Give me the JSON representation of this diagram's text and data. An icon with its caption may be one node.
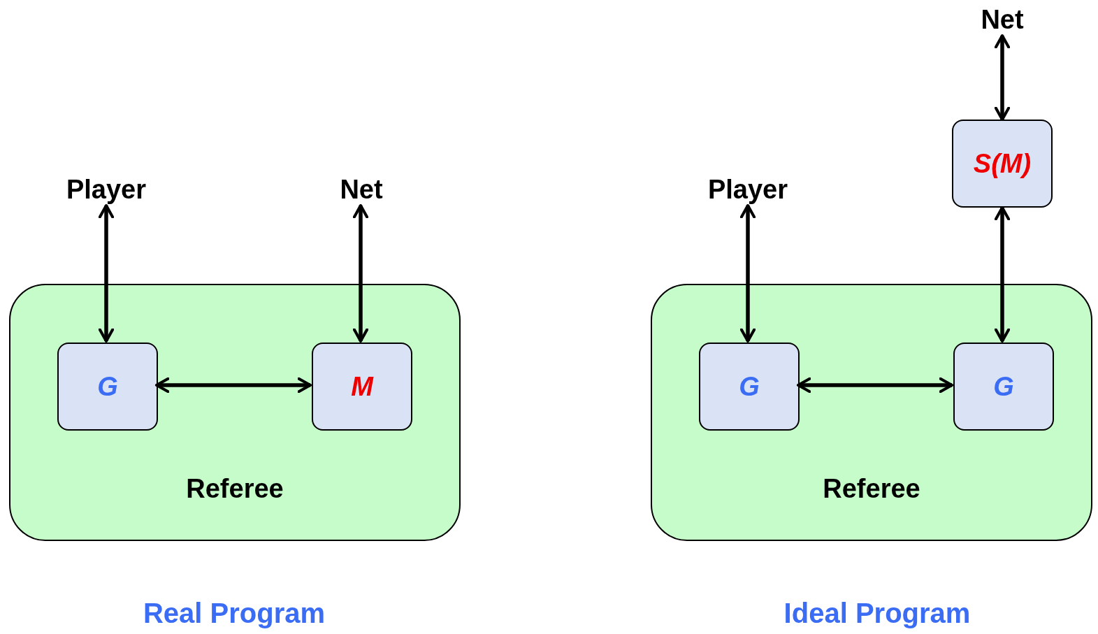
{
  "diagram": {
    "nodes": [
      {
        "text": [
          "Player"
        ]
      },
      {
        "text": [
          "Net"
        ]
      },
      {
        "text": [
          "Referee"
        ]
      },
      {
        "text": [
          "G"
        ],
        "in": 2
      },
      {
        "text": [
          "M"
        ],
        "in": 2
      },
      {
        "text": [
          "Net"
        ]
      },
      {
        "text": [
          "S(M)"
        ]
      },
      {
        "text": [
          "Player"
        ]
      },
      {
        "text": [
          "Referee"
        ]
      },
      {
        "text": [
          "G"
        ],
        "in": 8
      },
      {
        "text": [
          "G"
        ],
        "in": 8
      }
    ],
    "edges": [
      {
        "from": 0,
        "to": 3,
        "arrow": "both"
      },
      {
        "from": 1,
        "to": 4,
        "arrow": "both"
      },
      {
        "from": 3,
        "to": 4,
        "arrow": "both"
      },
      {
        "from": 5,
        "to": 6,
        "arrow": "both"
      },
      {
        "from": 7,
        "to": 9,
        "arrow": "both"
      },
      {
        "from": 6,
        "to": 10,
        "arrow": "both"
      },
      {
        "from": 9,
        "to": 10,
        "arrow": "both"
      }
    ],
    "labels": [
      "Real Program",
      "Ideal Program"
    ]
  }
}
